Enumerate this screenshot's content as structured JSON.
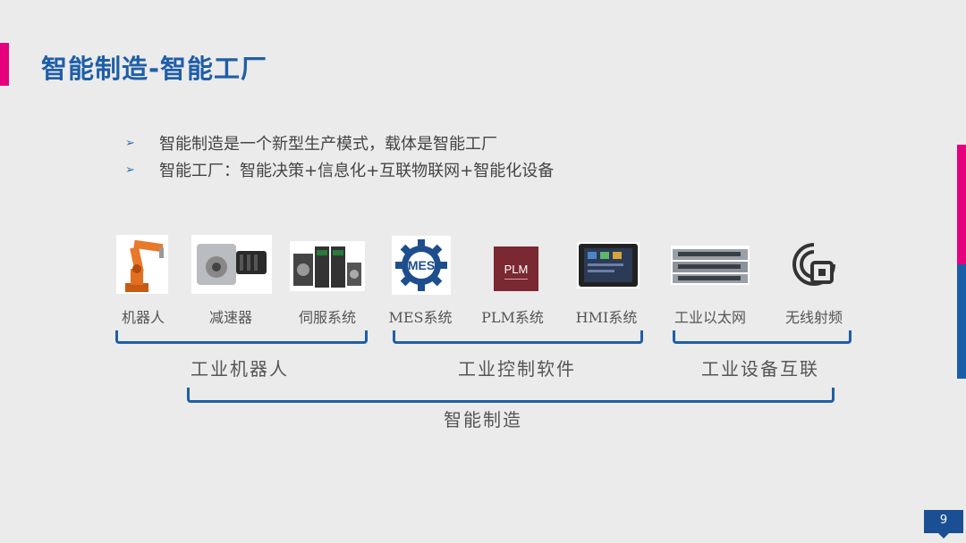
{
  "slide": {
    "title": "智能制造-智能工厂",
    "bullets": [
      {
        "marker": "➢",
        "text": "智能制造是一个新型生产模式，载体是智能工厂"
      },
      {
        "marker": "➢",
        "text": "智能工厂：智能决策+信息化+互联物联网+智能化设备"
      }
    ],
    "products": [
      {
        "label": "机器人",
        "icon": "industrial-robot-arm"
      },
      {
        "label": "减速器",
        "icon": "gear-reducer"
      },
      {
        "label": "伺服系统",
        "icon": "servo-motor-drive"
      },
      {
        "label": "MES系统",
        "icon": "mes-gear-logo",
        "logo_text": "MES"
      },
      {
        "label": "PLM系统",
        "icon": "plm-logo",
        "logo_text": "PLM"
      },
      {
        "label": "HMI系统",
        "icon": "hmi-touch-panel"
      },
      {
        "label": "工业以太网",
        "icon": "ethernet-switch"
      },
      {
        "label": "无线射频",
        "icon": "rfid-tag"
      }
    ],
    "groups": [
      {
        "label": "工业机器人"
      },
      {
        "label": "工业控制软件"
      },
      {
        "label": "工业设备互联"
      }
    ],
    "overall_label": "智能制造",
    "page_number": "9",
    "colors": {
      "title": "#1f5ea8",
      "accent_pink": "#e6007e",
      "accent_blue": "#1a5ea8",
      "background": "#ebebeb"
    }
  }
}
